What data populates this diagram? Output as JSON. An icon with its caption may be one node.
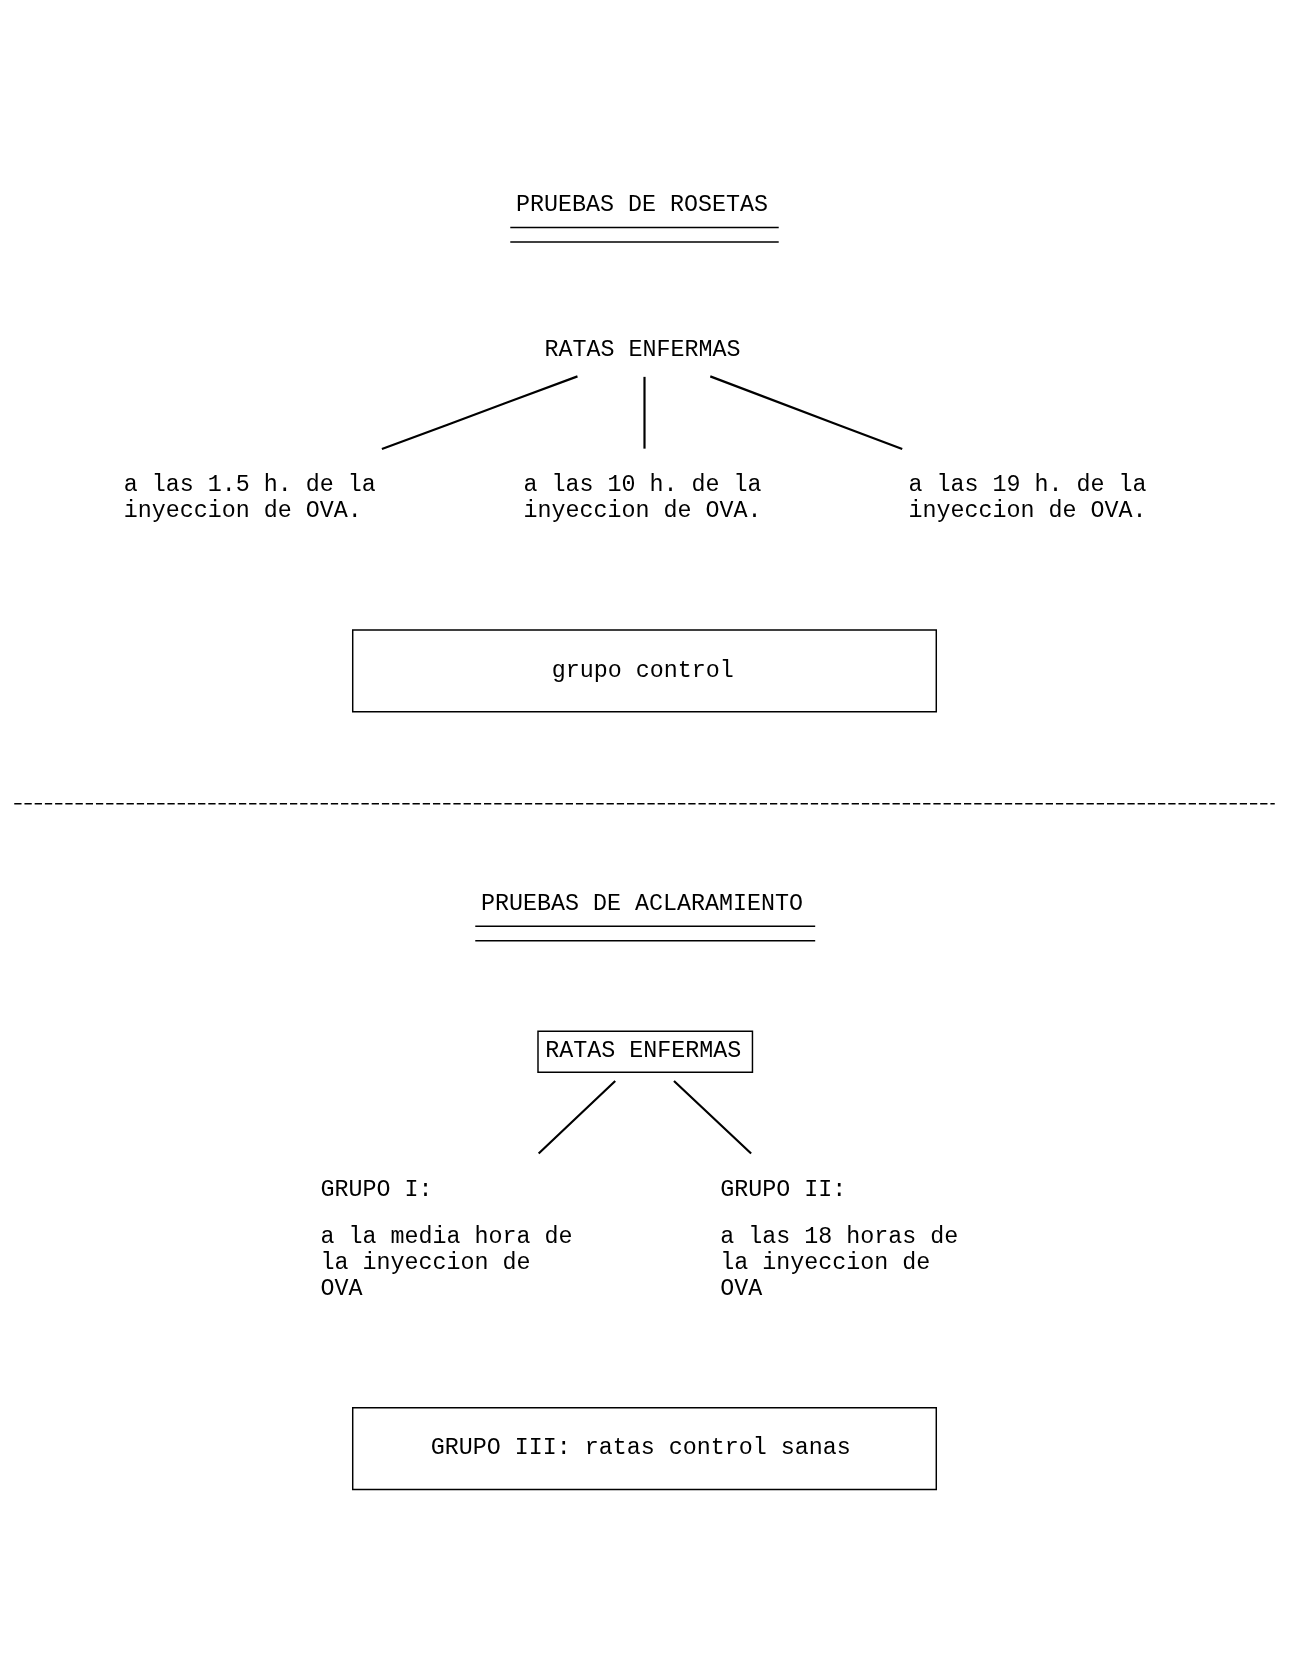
{
  "diagram": {
    "nodes": [
      {
        "text": [
          "RATAS ENFERMAS"
        ]
      },
      {
        "text": [
          "a las 1.5 h. de la inyeccion de OVA."
        ]
      },
      {
        "text": [
          "a las 10 h. de la inyeccion de OVA."
        ]
      },
      {
        "text": [
          "a las 19 h. de la inyeccion de OVA."
        ]
      },
      {
        "text": [
          "RATAS ENFERMAS"
        ]
      },
      {
        "text": [
          "GRUPO I:",
          "a la media hora de la inyeccion de OVA"
        ]
      },
      {
        "text": [
          "GRUPO II:",
          "a las 18 horas de la inyeccion de OVA"
        ]
      }
    ],
    "edges": [
      {
        "from": 0,
        "to": 1,
        "arrow": "none"
      },
      {
        "from": 0,
        "to": 2,
        "arrow": "none"
      },
      {
        "from": 0,
        "to": 3,
        "arrow": "none"
      },
      {
        "from": 4,
        "to": 5,
        "arrow": "none"
      },
      {
        "from": 4,
        "to": 6,
        "arrow": "none"
      }
    ],
    "labels": [
      "PRUEBAS DE ROSETAS",
      "grupo control",
      "PRUEBAS DE ACLARAMIENTO",
      "GRUPO III: ratas control sanas"
    ]
  }
}
